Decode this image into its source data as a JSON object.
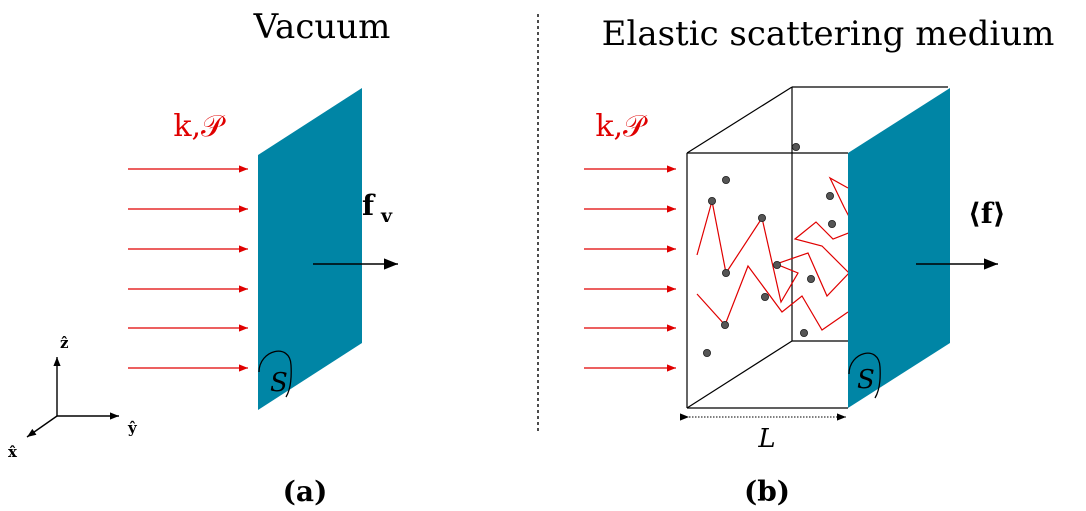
{
  "panel_a": {
    "title": "Vacuum",
    "incident_label": "k,𝒫",
    "force_label": "f",
    "force_subscript": "v",
    "surface_label": "S",
    "axes": {
      "z": "ẑ",
      "y": "ŷ",
      "x": "x̂"
    },
    "caption": "(a)"
  },
  "panel_b": {
    "title": "Elastic scattering medium",
    "incident_label": "k,𝒫",
    "force_label": "⟨f⟩",
    "surface_label": "S",
    "length_label": "L",
    "caption": "(b)"
  },
  "colors": {
    "plate": "#0085a5",
    "ray": "#e00000",
    "scatterer": "#555555"
  }
}
